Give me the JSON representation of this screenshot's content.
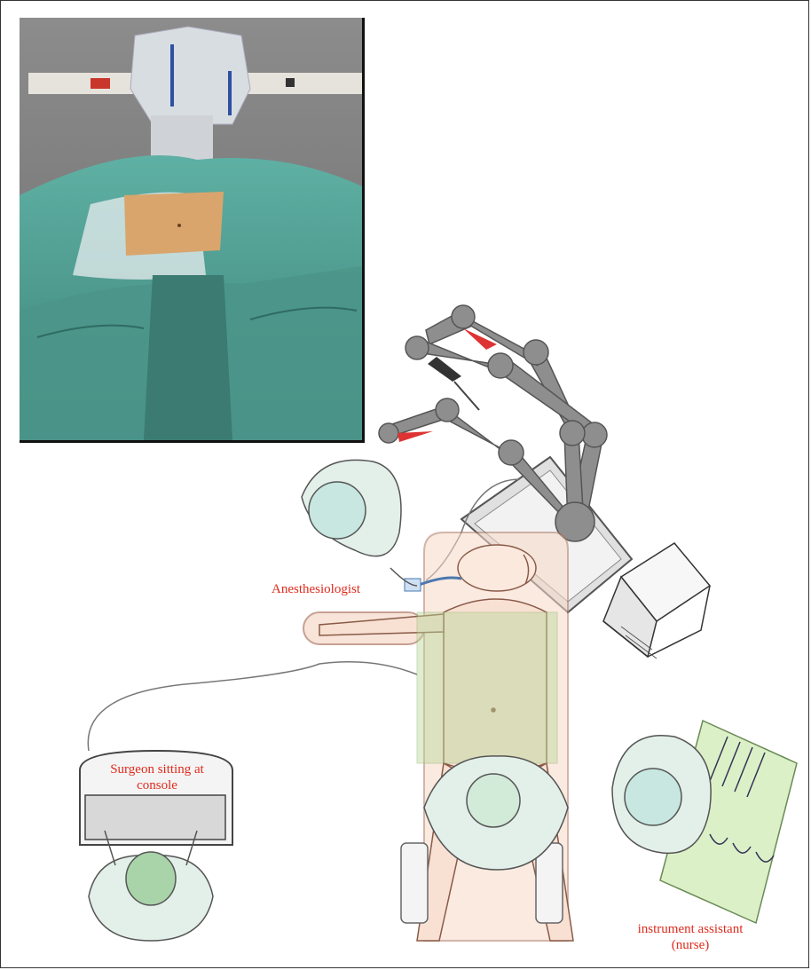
{
  "labels": {
    "anesthesiologist": "Anesthesiologist",
    "surgeon_line1": "Surgeon sitting at",
    "surgeon_line2": "console",
    "assistant_line1": "instrument assistant",
    "assistant_line2": "(nurse)"
  },
  "colors": {
    "label_red": "#e02b1d",
    "robot_gray": "#8e8e8e",
    "gown_green": "#d9ecd9",
    "drape_teal": "#4f9d92",
    "skin": "#f6d9c8"
  },
  "icons": {
    "photo": "operating-room-photo",
    "robot": "robotic-arms",
    "patient": "patient-on-table"
  }
}
